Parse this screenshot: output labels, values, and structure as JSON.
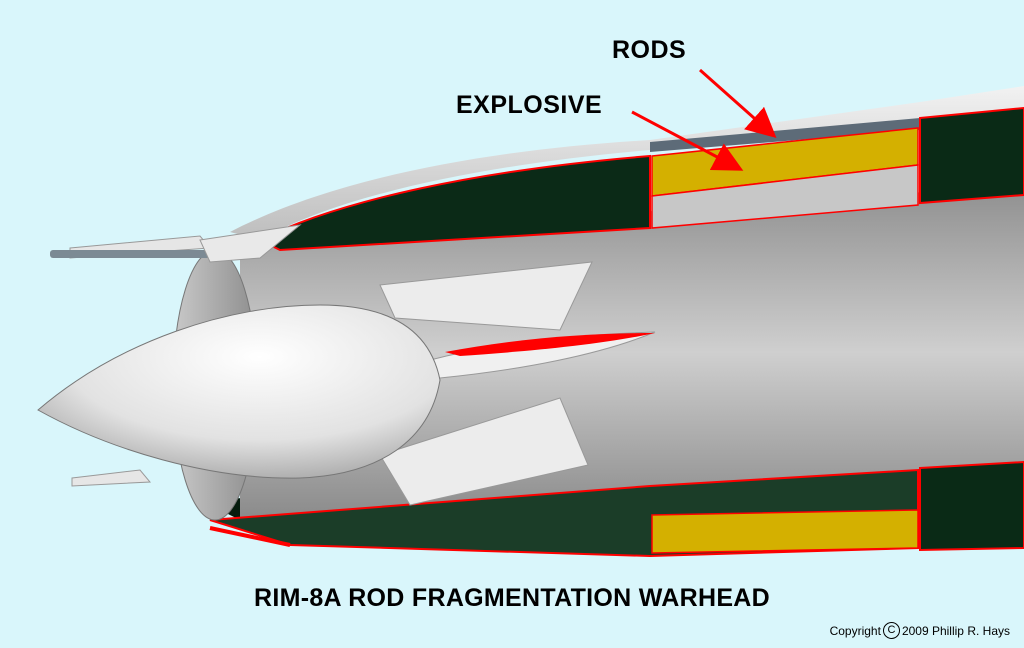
{
  "labels": {
    "rods": "RODS",
    "explosive": "EXPLOSIVE"
  },
  "title": "RIM-8A ROD FRAGMENTATION WARHEAD",
  "copyright": {
    "prefix": "Copyright",
    "symbol": "C",
    "suffix": "2009 Phillip R. Hays"
  },
  "colors": {
    "background": "#d9f6fb",
    "cut_edge": "#ff0000",
    "explosive": "#d4b000",
    "rods": "#5d6b78",
    "interior": "#0c2a18",
    "body": "#b5b5b5"
  }
}
